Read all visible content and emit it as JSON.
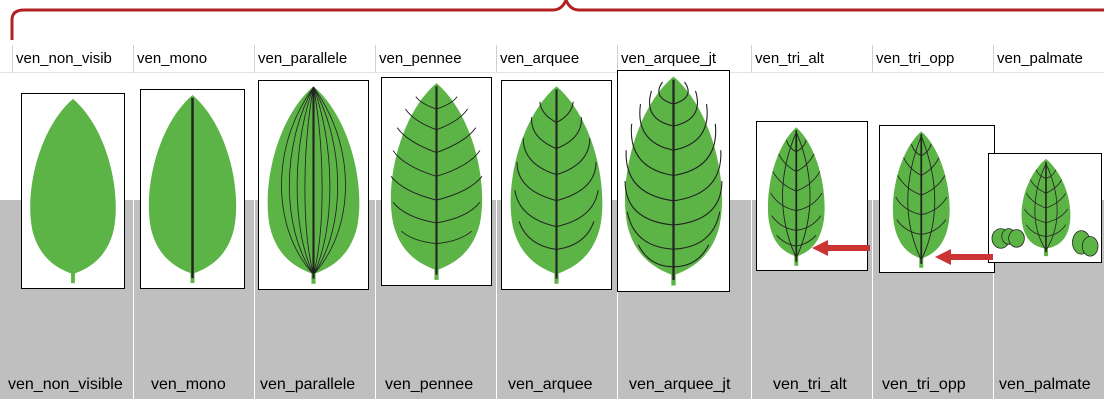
{
  "colors": {
    "leaf": "#5cb346",
    "vein": "#222222",
    "brace": "#b22222",
    "arrow": "#cc3333",
    "panel": "#bfbfbf"
  },
  "header_labels": [
    "ven_non_visib",
    "ven_mono",
    "ven_parallele",
    "ven_pennee",
    "ven_arquee",
    "ven_arquee_jt",
    "ven_tri_alt",
    "ven_tri_opp",
    "ven_palmate"
  ],
  "footer_labels": [
    "ven_non_visible",
    "ven_mono",
    "ven_parallele",
    "ven_pennee",
    "ven_arquee",
    "ven_arquee_jt",
    "ven_tri_alt",
    "ven_tri_opp",
    "ven_palmate"
  ],
  "leaves": [
    {
      "type": "ven_non_visible",
      "icon": "leaf-no-visible-vein-icon"
    },
    {
      "type": "ven_mono",
      "icon": "leaf-single-midrib-icon"
    },
    {
      "type": "ven_parallele",
      "icon": "leaf-parallel-veins-icon"
    },
    {
      "type": "ven_pennee",
      "icon": "leaf-pinnate-veins-icon"
    },
    {
      "type": "ven_arquee",
      "icon": "leaf-arcuate-veins-icon"
    },
    {
      "type": "ven_arquee_jt",
      "icon": "leaf-arcuate-joined-veins-icon"
    },
    {
      "type": "ven_tri_alt",
      "icon": "leaf-trinerved-alternate-icon"
    },
    {
      "type": "ven_tri_opp",
      "icon": "leaf-trinerved-opposite-icon"
    },
    {
      "type": "ven_palmate",
      "icon": "leaf-palmate-veins-icon"
    }
  ]
}
